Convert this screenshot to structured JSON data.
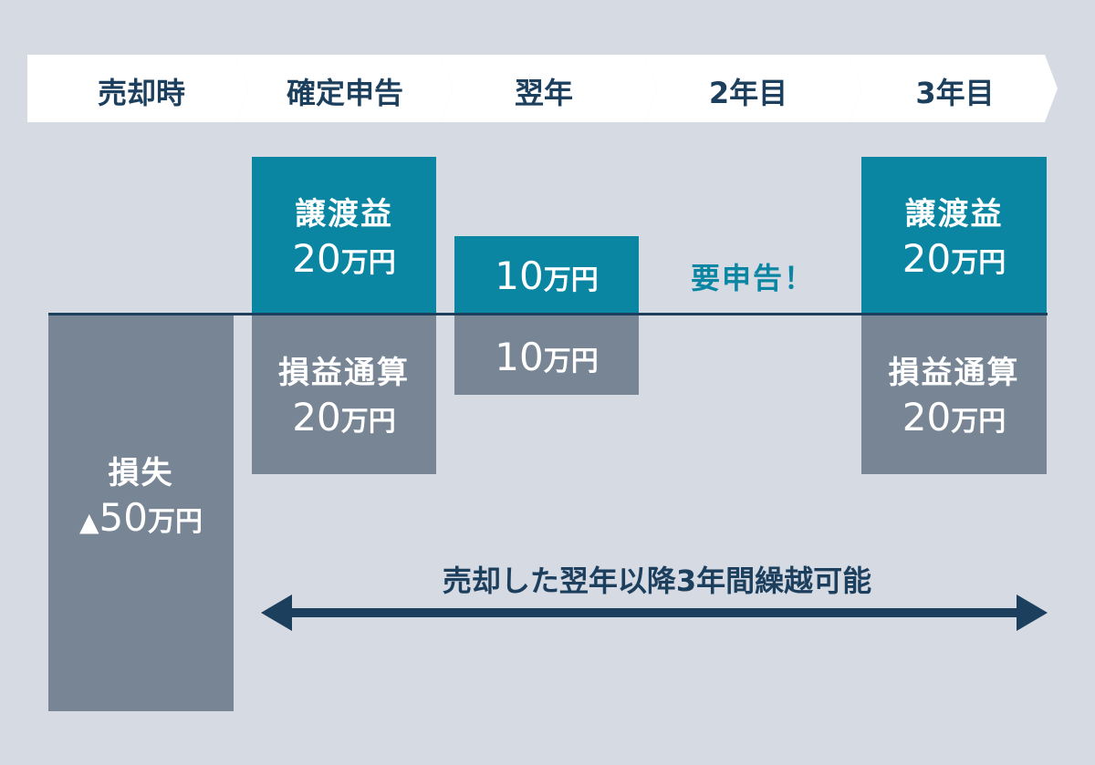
{
  "timeline": {
    "steps": [
      {
        "label": "売却時"
      },
      {
        "label": "確定申告"
      },
      {
        "label": "翌年"
      },
      {
        "label": "2年目"
      },
      {
        "label": "3年目"
      }
    ]
  },
  "boxes": {
    "kakutei_gain": {
      "title": "譲渡益",
      "amount": "20",
      "unit": "万円"
    },
    "yokunen_gain": {
      "amount": "10",
      "unit": "万円"
    },
    "year3_gain": {
      "title": "譲渡益",
      "amount": "20",
      "unit": "万円"
    },
    "loss": {
      "title": "損失",
      "prefix": "▲",
      "amount": "50",
      "unit": "万円"
    },
    "kakutei_offset": {
      "title": "損益通算",
      "amount": "20",
      "unit": "万円"
    },
    "yokunen_offset": {
      "amount": "10",
      "unit": "万円"
    },
    "year3_offset": {
      "title": "損益通算",
      "amount": "20",
      "unit": "万円"
    }
  },
  "notes": {
    "year2": "要申告！"
  },
  "carryover": {
    "text": "売却した翌年以降3年間繰越可能"
  },
  "colors": {
    "background": "#d5dae3",
    "navy": "#1d3f5e",
    "teal": "#0a85a2",
    "gray": "#788594",
    "white": "#ffffff"
  }
}
